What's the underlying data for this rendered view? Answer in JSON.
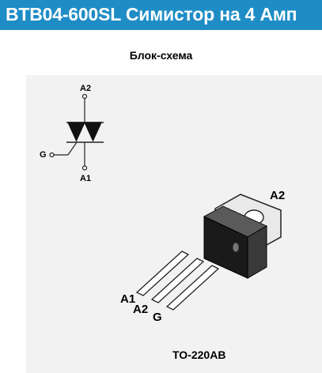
{
  "header": {
    "title": "BTB04-600SL Симистор на 4 Амп"
  },
  "section": {
    "title": "Блок-схема"
  },
  "symbol": {
    "pin_a2": "A2",
    "pin_a1": "A1",
    "pin_g": "G"
  },
  "package": {
    "pin_a2": "A2",
    "pin_a1": "A1",
    "pin_a2_lead": "A2",
    "pin_g": "G",
    "name": "TO-220AB"
  },
  "colors": {
    "header_bg": "#1e8dc6",
    "panel_bg": "#f2f2f2"
  },
  "icons": {
    "schematic": "triac-symbol-icon",
    "package": "to220-package-icon"
  }
}
